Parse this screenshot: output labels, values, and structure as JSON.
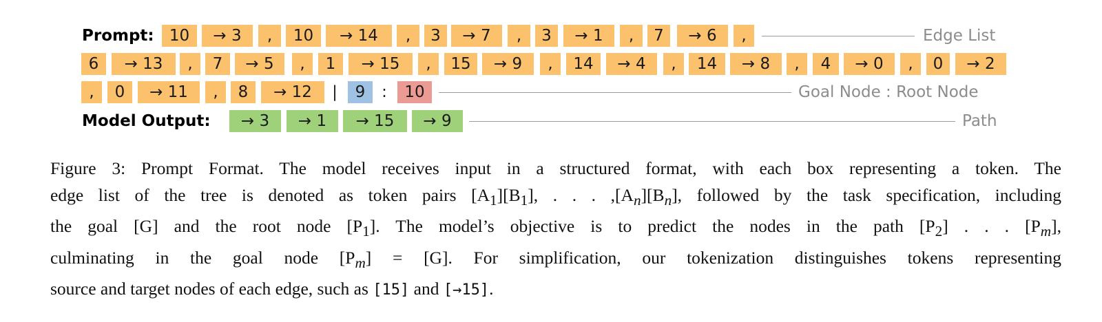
{
  "figure": {
    "prompt_label": "Prompt:",
    "model_output_label": "Model Output:",
    "row1_tokens": [
      "10",
      "→ 3",
      ",",
      "10",
      "→ 14",
      ",",
      "3",
      "→ 7",
      ",",
      "3",
      "→ 1",
      ",",
      "7",
      "→ 6",
      ","
    ],
    "row2_tokens": [
      "6",
      "→ 13",
      ",",
      "7",
      "→ 5",
      ",",
      "1",
      "→ 15",
      ",",
      "15",
      "→ 9",
      ",",
      "14",
      "→ 4",
      ",",
      "14",
      "→ 8",
      ",",
      "4",
      "→ 0",
      ",",
      "0",
      "→ 2"
    ],
    "row3_tokens": [
      ",",
      "0",
      "→ 11",
      ",",
      "8",
      "→ 12"
    ],
    "separator": "|",
    "goal_node": "9",
    "colon": ":",
    "root_node": "10",
    "output_tokens": [
      "→ 3",
      "→ 1",
      "→ 15",
      "→ 9"
    ],
    "edge_list_label": "Edge List",
    "goal_root_label": "Goal Node : Root Node",
    "path_label": "Path",
    "colors": {
      "edge_token": "#FCC16C",
      "goal_token": "#9FC1E4",
      "root_token": "#EB9B93",
      "output_token": "#9FD07A",
      "leader_line": "#9a9a9a"
    }
  },
  "caption": {
    "line1": "Figure 3: Prompt Format. The model receives input in a structured format, with each box representing a token. The",
    "line2_a": "edge list of the tree is denoted as token pairs [A",
    "sub_1a": "1",
    "line2_b": "][B",
    "sub_1b": "1",
    "line2_c": "], . . . ,[A",
    "sub_na": "n",
    "line2_d": "][B",
    "sub_nb": "n",
    "line2_e": "], followed by the task specification, including",
    "line3_a": "the goal [G] and the root node [P",
    "sub_p1": "1",
    "line3_b": "].  The model’s objective is to predict the nodes in the path [P",
    "sub_p2": "2",
    "line3_c": "] . . . [P",
    "sub_pm": "m",
    "line3_d": "],",
    "line4_a": "culminating in the goal node [P",
    "sub_pm2": "m",
    "line4_b": "] = [G]. For simplification, our tokenization distinguishes tokens representing",
    "line5_a": "source and target nodes of each edge, such as ",
    "code1": "[15]",
    "line5_b": " and ",
    "code2": "[→15]",
    "line5_c": "."
  }
}
